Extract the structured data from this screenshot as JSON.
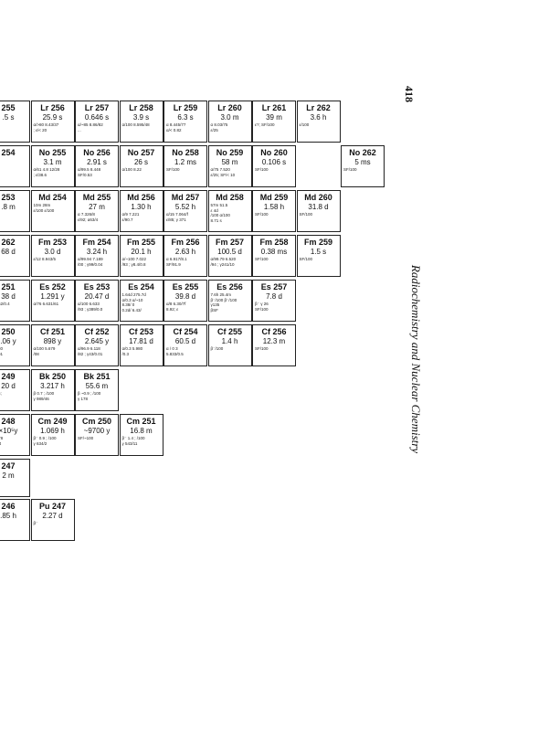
{
  "page": {
    "number": "418",
    "running_title": "Radiochemistry and Nuclear Chemistry"
  },
  "rows": [
    {
      "id": "lr",
      "cells": [
        {
          "sym": "255",
          "hl": ".5 s",
          "dec": "37/60\n.30\n.c"
        },
        {
          "sym": "Lr 256",
          "hl": "25.9 s",
          "dec": "α/>80 8.43/37\n; ε/< 20"
        },
        {
          "sym": "Lr 257",
          "hl": "0.646 s",
          "dec": "α/~85 8.86/82\n..."
        },
        {
          "sym": "Lr 258",
          "hl": "3.9 s",
          "dec": "α/100 8.595/48"
        },
        {
          "sym": "Lr 259",
          "hl": "6.3 s",
          "dec": "α 8.445/77\nα/< 0.82"
        },
        {
          "sym": "Lr 260",
          "hl": "3.0 m",
          "dec": "α 8.03/75\nε/25"
        },
        {
          "sym": "Lr 261",
          "hl": "39 m",
          "dec": "ε?; SF/100"
        },
        {
          "sym": "Lr 262",
          "hl": "3.6 h",
          "dec": "ε/100"
        }
      ]
    },
    {
      "id": "no",
      "cells": [
        {
          "sym": "254",
          "hl": "",
          "dec": "55 s\n8.10\nε,SF"
        },
        {
          "sym": "No 255",
          "hl": "3.1 m",
          "dec": "α/61 4.8 12/28\n; ε/38.6"
        },
        {
          "sym": "No 256",
          "hl": "2.91 s",
          "dec": "α/99.5 8.448\nSF/0.53"
        },
        {
          "sym": "No 257",
          "hl": "26 s",
          "dec": "α/100 8.22"
        },
        {
          "sym": "No 258",
          "hl": "1.2 ms",
          "dec": "SF/100"
        },
        {
          "sym": "No 259",
          "hl": "58 m",
          "dec": "α/75 7.520\nε/25; SF/< 10"
        },
        {
          "sym": "No 260",
          "hl": "0.106 s",
          "dec": "SF/100"
        },
        {
          "sym": "",
          "hl": "",
          "dec": ""
        },
        {
          "sym": "No 262",
          "hl": "5 ms",
          "dec": "SF/100"
        }
      ]
    },
    {
      "id": "md",
      "cells": [
        {
          "sym": "253",
          "hl": ".8 m",
          "dec": ""
        },
        {
          "sym": "Md 254",
          "hl": "",
          "dec": "10m 28m\nε/100 ε/100"
        },
        {
          "sym": "Md 255",
          "hl": "27 m",
          "dec": "α 7.326/8\nε/92; α63/4"
        },
        {
          "sym": "Md 256",
          "hl": "1.30 h",
          "dec": "α/9 7.221\nε/90.7"
        },
        {
          "sym": "Md 257",
          "hl": "5.52 h",
          "dec": "α/15 7.064/f\nε/85; γ 371"
        },
        {
          "sym": "Md 258",
          "hl": "",
          "dec": "57m 51.5\nε 4d\n/100 α/100\n8.71 s"
        },
        {
          "sym": "Md 259",
          "hl": "1.58 h",
          "dec": "SF/100"
        },
        {
          "sym": "Md 260",
          "hl": "31.8 d",
          "dec": "SF/100"
        }
      ]
    },
    {
      "id": "fm",
      "cells": [
        {
          "sym": "262",
          "hl": "68 d",
          "dec": "7.040"
        },
        {
          "sym": "Fm 253",
          "hl": "3.0 d",
          "dec": "ε/12 8.943/5"
        },
        {
          "sym": "Fm 254",
          "hl": "3.24 h",
          "dec": "α/99.94 7.189\n/00 ; γ99/0.04"
        },
        {
          "sym": "Fm 255",
          "hl": "20.1 h",
          "dec": "α/~100 7.022\n/93 ; γ8.4/0.8"
        },
        {
          "sym": "Fm 256",
          "hl": "2.63 h",
          "dec": "α 6.917/8.1\nSF/91.9"
        },
        {
          "sym": "Fm 257",
          "hl": "100.5 d",
          "dec": "α/99.79 6.520\n/94 ; γ241/10"
        },
        {
          "sym": "Fm 258",
          "hl": "0.38 ms",
          "dec": "SF/100"
        },
        {
          "sym": "Fm 259",
          "hl": "1.5 s",
          "dec": "SF/100"
        }
      ]
    },
    {
      "id": "es",
      "cells": [
        {
          "sym": "251",
          "hl": "38 d",
          "dec": "α 6.462/0.4\n6.5"
        },
        {
          "sym": "Es 252",
          "hl": "1.291 y",
          "dec": "α/76 6.631/61"
        },
        {
          "sym": "Es 253",
          "hl": "20.47 d",
          "dec": "α/100 6.633\n/93 ; γ389/0.0"
        },
        {
          "sym": "Es 254",
          "hl": "",
          "dec": "1.64d 275.7d\nα/0.3 α/~10\n8.38/ 0\n0.2d/ 6.43/"
        },
        {
          "sym": "Es 255",
          "hl": "39.8 d",
          "dec": "α/8 6.30/7f\n8.92; ε"
        },
        {
          "sym": "Es 256",
          "hl": "",
          "dec": "7.6h 25.4m\nβ⁻/100 β⁻/100\nγ135\nβSF"
        },
        {
          "sym": "Es 257",
          "hl": "7.8 d",
          "dec": "β⁻ γ 26\nSF/100"
        }
      ]
    },
    {
      "id": "cf",
      "cells": [
        {
          "sym": "250",
          "hl": ".06 y",
          "dec": "2 6.030\n40/0.01"
        },
        {
          "sym": "Cf 251",
          "hl": "898 y",
          "dec": "α/100 5.679\n/08"
        },
        {
          "sym": "Cf 252",
          "hl": "2.645 y",
          "dec": "α/96.9 6.118\n/82 ; γ43/0.01"
        },
        {
          "sym": "Cf 253",
          "hl": "17.81 d",
          "dec": "α/0.3 5.980\n/0.3"
        },
        {
          "sym": "Cf 254",
          "hl": "60.5 d",
          "dec": "α / 0 3\n5.833/0.5"
        },
        {
          "sym": "Cf 255",
          "hl": "1.4 h",
          "dec": "β⁻/100"
        },
        {
          "sym": "Cf 256",
          "hl": "12.3 m",
          "dec": "SF/100"
        }
      ]
    },
    {
      "id": "bk",
      "cells": [
        {
          "sym": "249",
          "hl": "20 d",
          "dec": "00 1 5;"
        },
        {
          "sym": "Bk 250",
          "hl": "3.217 h",
          "dec": "β 0.7 ; /100\nγ 989/46"
        },
        {
          "sym": "Bk 251",
          "hl": "55.6 m",
          "dec": "β ~0.9 ; /100\nγ 178"
        }
      ]
    },
    {
      "id": "cm",
      "cells": [
        {
          "sym": "248",
          "hl": "×10⁵y",
          "dec": "α 5.078\nSF/8.4"
        },
        {
          "sym": "Cm 249",
          "hl": "1.069 h",
          "dec": "β⁻ 0.9 ; /100\nγ 634/2"
        },
        {
          "sym": "Cm 250",
          "hl": "~9700 y",
          "dec": "SF/~100"
        },
        {
          "sym": "Cm 251",
          "hl": "16.8 m",
          "dec": "β⁻ 1.4 ; /100\nγ 543/11"
        }
      ]
    },
    {
      "id": "am",
      "cells": [
        {
          "sym": "247",
          "hl": "2 m",
          "dec": "23"
        }
      ]
    },
    {
      "id": "pu",
      "cells": [
        {
          "sym": "246",
          "hl": ".85 h",
          "dec": "/100"
        },
        {
          "sym": "Pu 247",
          "hl": "2.27 d",
          "dec": "β⁻"
        }
      ]
    }
  ]
}
